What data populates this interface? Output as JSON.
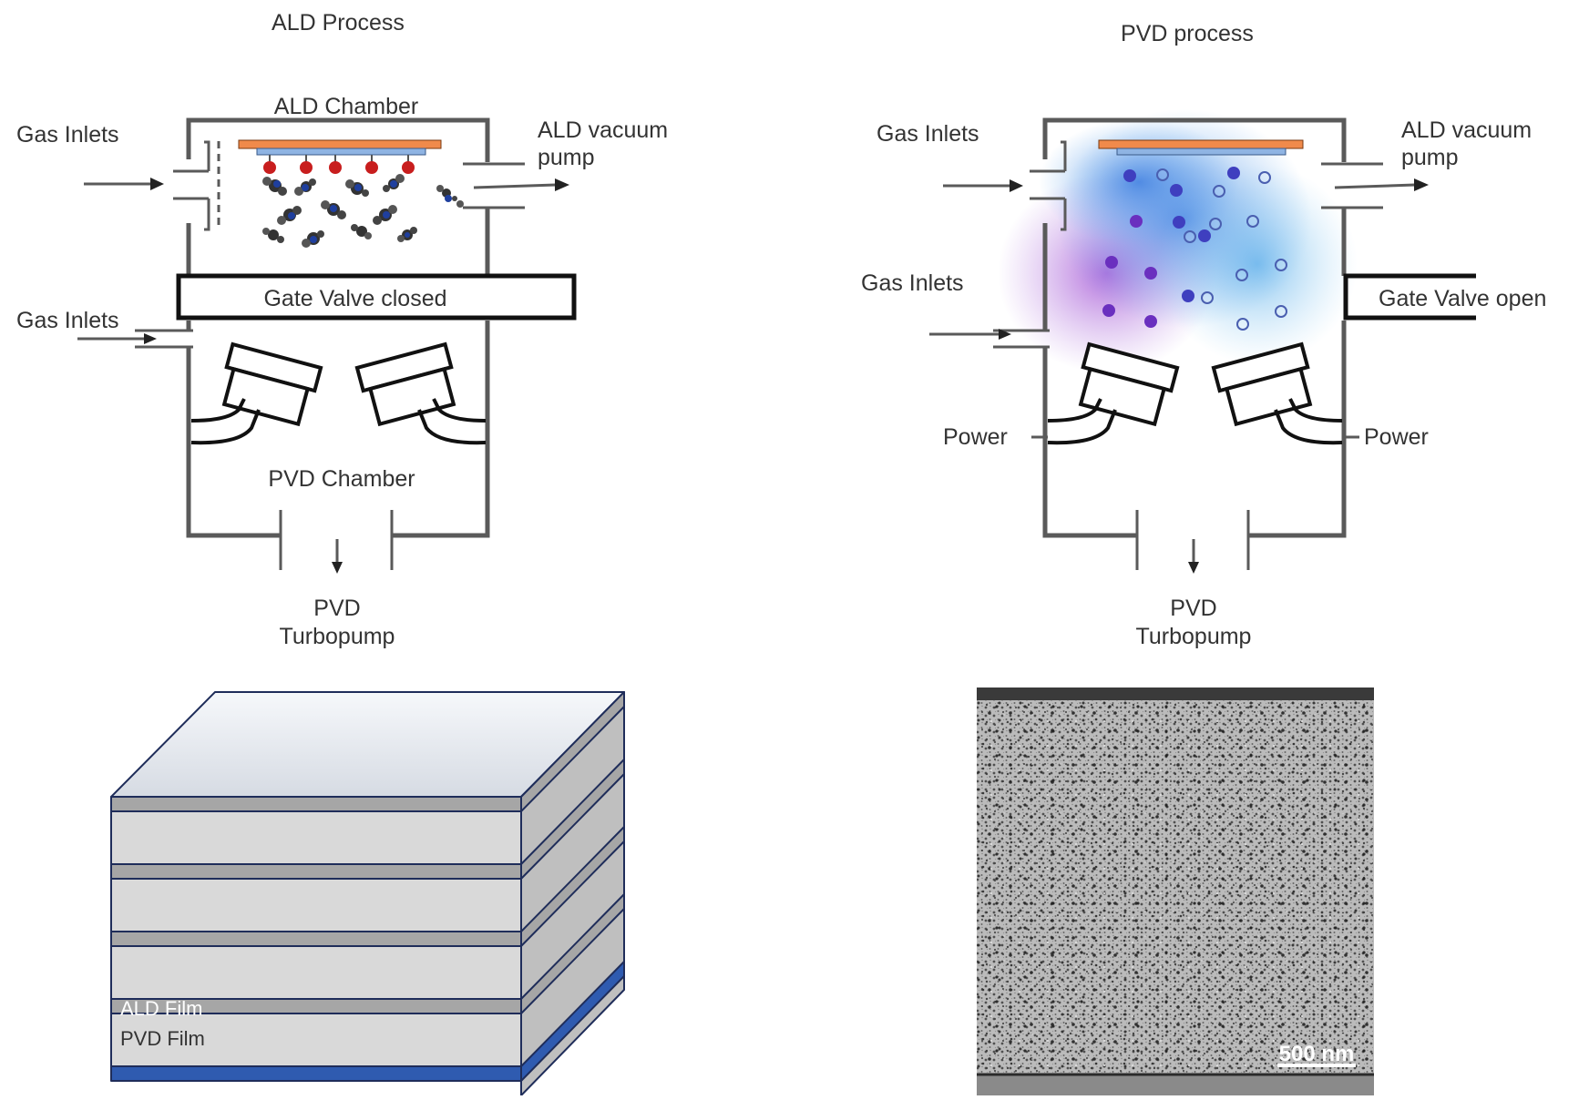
{
  "ald_panel": {
    "title": "ALD Process",
    "chamber_label": "ALD Chamber",
    "gas_inlets_top": "Gas Inlets",
    "vacuum_pump": [
      "ALD vacuum",
      "pump"
    ],
    "gate_valve": "Gate Valve closed",
    "gas_inlets_bottom": "Gas Inlets",
    "pvd_chamber_label": "PVD Chamber",
    "turbopump": [
      "PVD",
      "Turbopump"
    ]
  },
  "pvd_panel": {
    "title": "PVD process",
    "gas_inlets_top": "Gas Inlets",
    "vacuum_pump": [
      "ALD vacuum",
      "pump"
    ],
    "gas_inlets_bottom": "Gas Inlets",
    "gate_valve": "Gate Valve open",
    "power_left": "Power",
    "power_right": "Power",
    "turbopump": [
      "PVD",
      "Turbopump"
    ]
  },
  "film_stack": {
    "ald_label": "ALD Film",
    "pvd_label": "PVD Film"
  },
  "micrograph": {
    "scale_bar": "500 nm"
  },
  "colors": {
    "chamber_wall": "#5a5a5a",
    "substrate": "#f08a4b",
    "substrate_holder": "#8fb4e3",
    "ald_atom": "#c81e1e",
    "ald_blue_atom": "#1f3f9e",
    "plasma_purple": "#a64dd0",
    "plasma_blue": "#4f8be0",
    "film_face": "#d9d9d9",
    "film_thin": "#a6a6a6",
    "film_outline": "#1f2d5a",
    "film_base": "#2f5bb0"
  }
}
